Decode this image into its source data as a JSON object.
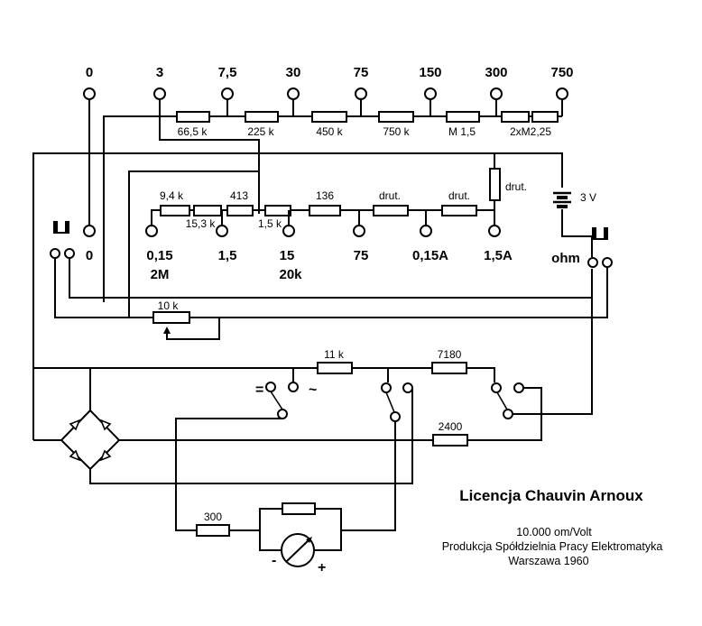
{
  "top_terminals": [
    "0",
    "3",
    "7,5",
    "30",
    "75",
    "150",
    "300",
    "750"
  ],
  "top_resistors": [
    "66,5 k",
    "225 k",
    "450 k",
    "750 k",
    "M 1,5",
    "2xM2,25"
  ],
  "mid_resistors": [
    "9,4 k",
    "15,3 k",
    "413",
    "1,5 k",
    "136",
    "drut.",
    "drut."
  ],
  "vertical_resistor": "drut.",
  "battery_label": "3 V",
  "mid_terminals": [
    {
      "line1": "0",
      "line2": ""
    },
    {
      "line1": "0,15",
      "line2": "2M"
    },
    {
      "line1": "1,5",
      "line2": ""
    },
    {
      "line1": "15",
      "line2": "20k"
    },
    {
      "line1": "75",
      "line2": ""
    },
    {
      "line1": "0,15A",
      "line2": ""
    },
    {
      "line1": "1,5A",
      "line2": ""
    },
    {
      "line1": "ohm",
      "line2": ""
    }
  ],
  "pot_label": "10 k",
  "lower_resistors": [
    "11 k",
    "7180",
    "2400",
    "300"
  ],
  "switch_labels": {
    "dc": "=",
    "ac": "~"
  },
  "meter_polarity": {
    "minus": "-",
    "plus": "+"
  },
  "title": "Licencja Chauvin Arnoux",
  "sensitivity": "10.000 om/Volt",
  "manufacturer": "Produkcja Spółdzielnia Pracy Elektromatyka",
  "place_year": "Warszawa 1960"
}
